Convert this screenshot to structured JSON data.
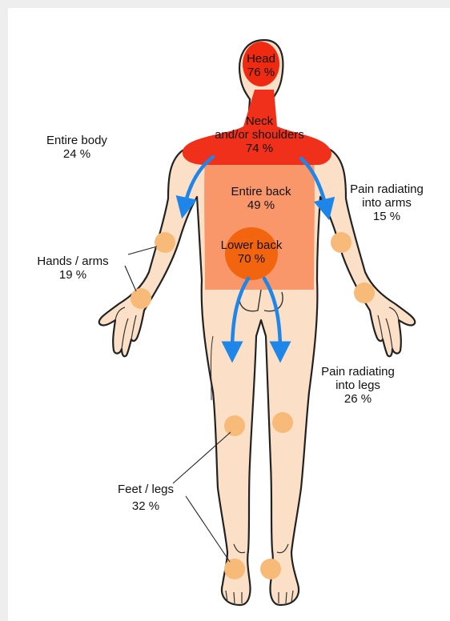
{
  "labels": {
    "head": {
      "title": "Head",
      "pct": "76 %"
    },
    "neck": {
      "line1": "Neck",
      "line2": "and/or shoulders",
      "pct": "74 %"
    },
    "entire_body": {
      "title": "Entire body",
      "pct": "24 %"
    },
    "entire_back": {
      "title": "Entire back",
      "pct": "49 %"
    },
    "arms_radiating": {
      "line1": "Pain radiating",
      "line2": "into arms",
      "pct": "15 %"
    },
    "hands_arms": {
      "title": "Hands / arms",
      "pct": "19 %"
    },
    "lower_back": {
      "title": "Lower back",
      "pct": "70 %"
    },
    "legs_radiating": {
      "line1": "Pain radiating",
      "line2": "into legs",
      "pct": "26 %"
    },
    "feet_legs": {
      "title": "Feet / legs",
      "pct": "32 %"
    }
  },
  "colors": {
    "skin": "#fbe0c7",
    "outline": "#222222",
    "head_red": "#ef2a10",
    "neck_red": "#f0301a",
    "back_orange": "#f88a5a",
    "lower_back": "#f3640f",
    "joint_spot": "#f8ba78",
    "arrow_blue": "#1d86e8"
  }
}
